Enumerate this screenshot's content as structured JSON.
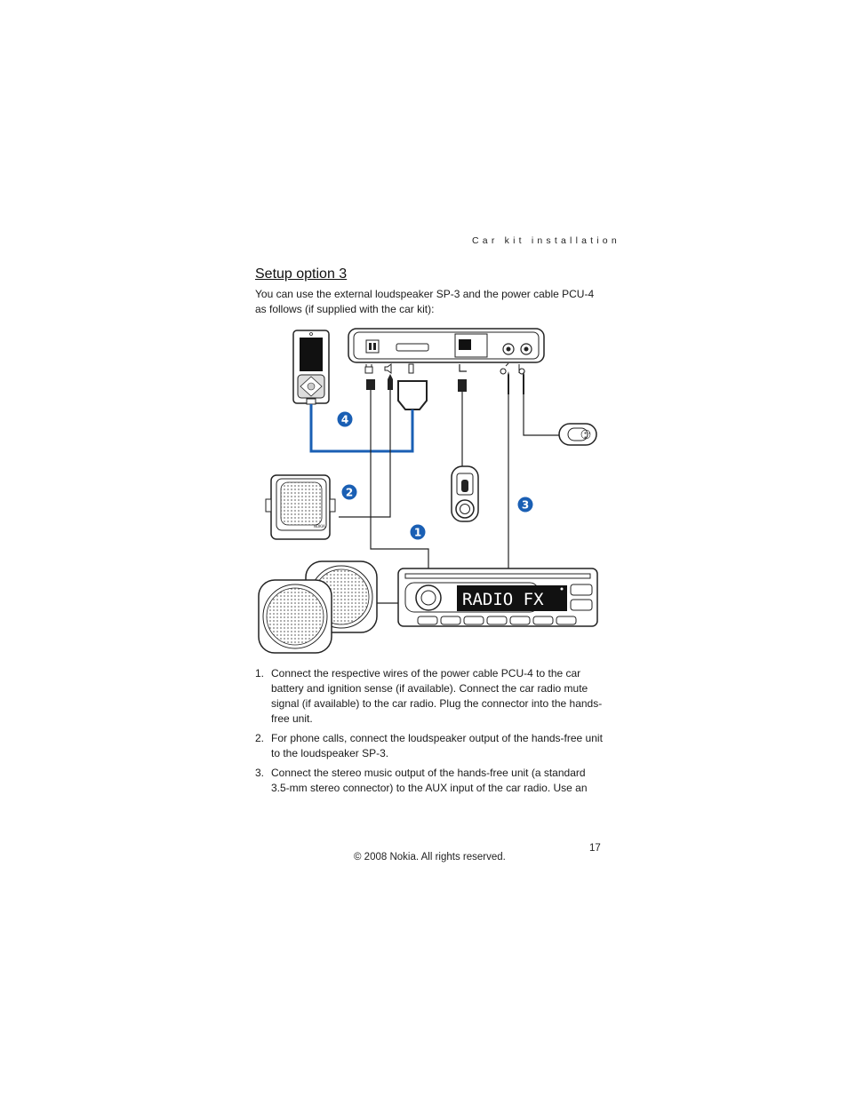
{
  "running_header": "Car kit installation",
  "section_title": "Setup option 3",
  "intro": "You can use the external loudspeaker SP-3 and the power cable PCU-4 as follows (if supplied with the car kit):",
  "figure": {
    "callouts": [
      "4",
      "2",
      "3",
      "1"
    ],
    "speaker_brand": "NOKIA",
    "radio_display": "RADIO FX",
    "colors": {
      "highlight_cable": "#1a5fb4",
      "callout_fill": "#1a5fb4",
      "line": "#1a1a1a",
      "display_bg": "#111111"
    }
  },
  "steps": [
    {
      "num": "1.",
      "text": "Connect the respective wires of the power cable PCU-4 to the car battery and ignition sense (if available). Connect the car radio mute signal (if available) to the car radio. Plug the connector into the hands-free unit."
    },
    {
      "num": "2.",
      "text": "For phone calls, connect the loudspeaker output of the hands-free unit to the loudspeaker SP-3."
    },
    {
      "num": "3.",
      "text": "Connect the stereo music output of the hands-free unit (a standard 3.5-mm stereo connector) to the AUX input of the car radio. Use an"
    }
  ],
  "page_number": "17",
  "copyright": "© 2008 Nokia. All rights reserved."
}
